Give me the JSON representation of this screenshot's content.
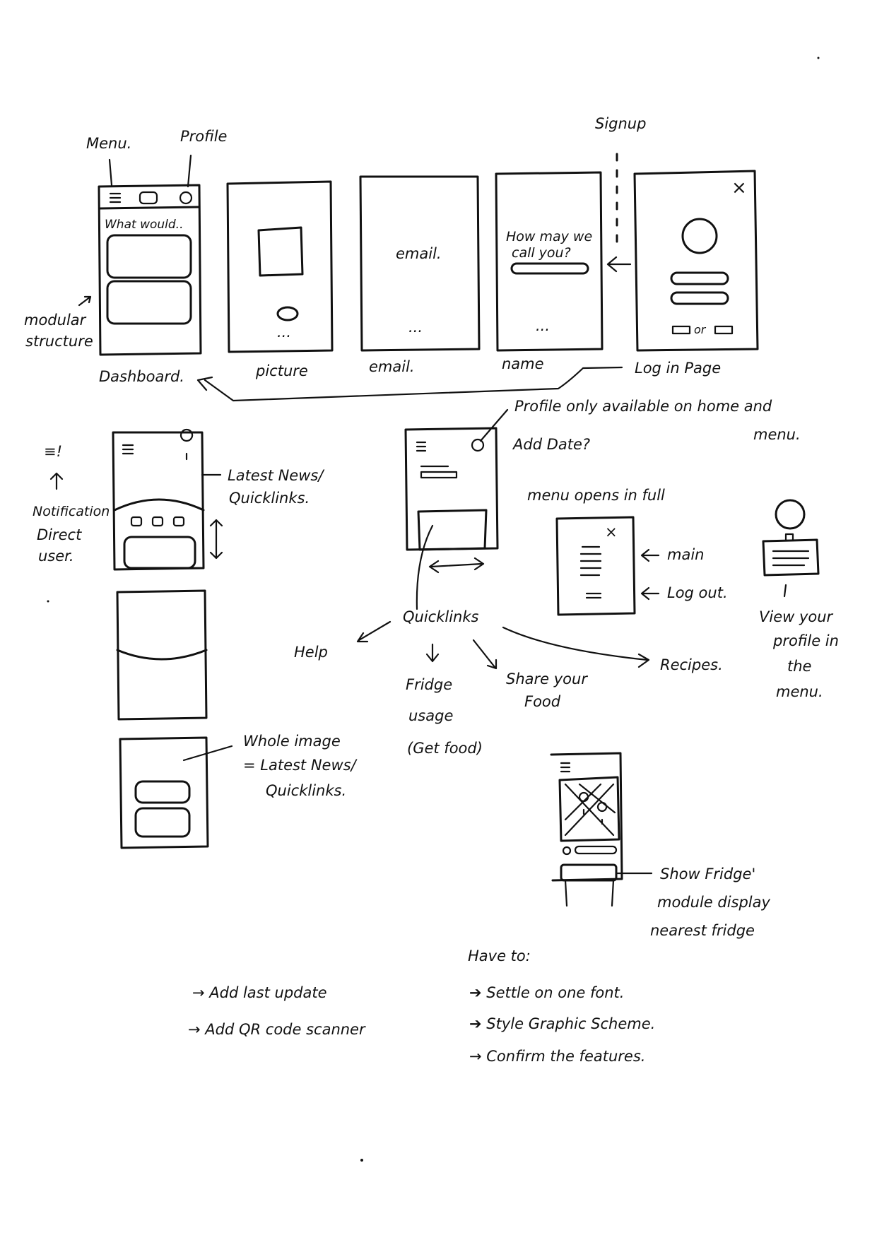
{
  "wireframe_row": {
    "annotations": {
      "menu": "Menu.",
      "profile": "Profile",
      "signup": "Signup",
      "modular": "modular",
      "structure": "structure",
      "what_would": "What would..",
      "email_center": "email.",
      "how_may_we": "How may we",
      "call_you": "call you?",
      "dots": "..."
    },
    "captions": {
      "dashboard": "Dashboard.",
      "picture": "picture",
      "email": "email.",
      "name": "name",
      "login": "Log in Page"
    },
    "close_glyph": "×",
    "or": "or"
  },
  "dashboard_variants": {
    "notification_icon": "≡!",
    "notification_1": "Notification",
    "notification_2": "Direct",
    "notification_3": "user.",
    "latest_news_1": "Latest News/",
    "latest_news_2": "Quicklinks.",
    "whole_image_1": "Whole image",
    "whole_image_2": "= Latest News/",
    "whole_image_3": "Quicklinks."
  },
  "center": {
    "profile_note_1": "Profile only available on home and",
    "profile_note_2": "menu.",
    "add_date": "Add Date?",
    "menu_open": "menu opens in full",
    "main": "main",
    "log_out": "Log out.",
    "quicklinks": "Quicklinks",
    "help": "Help",
    "fridge_1": "Fridge",
    "fridge_2": "usage",
    "fridge_3": "(Get food)",
    "share_1": "Share your",
    "share_2": "Food",
    "recipes": "Recipes.",
    "view_profile_1": "View your",
    "view_profile_2": "profile in",
    "view_profile_3": "the",
    "view_profile_4": "menu."
  },
  "map_note": {
    "line1": "Show Fridge'",
    "line2": "module display",
    "line3": "nearest fridge"
  },
  "todo_left": {
    "item1": "→ Add last update",
    "item2": "→ Add QR code scanner"
  },
  "todo_right": {
    "title": "Have to:",
    "item1": "➔ Settle on one font.",
    "item2": "➔ Style Graphic Scheme.",
    "item3": "→ Confirm the features."
  }
}
